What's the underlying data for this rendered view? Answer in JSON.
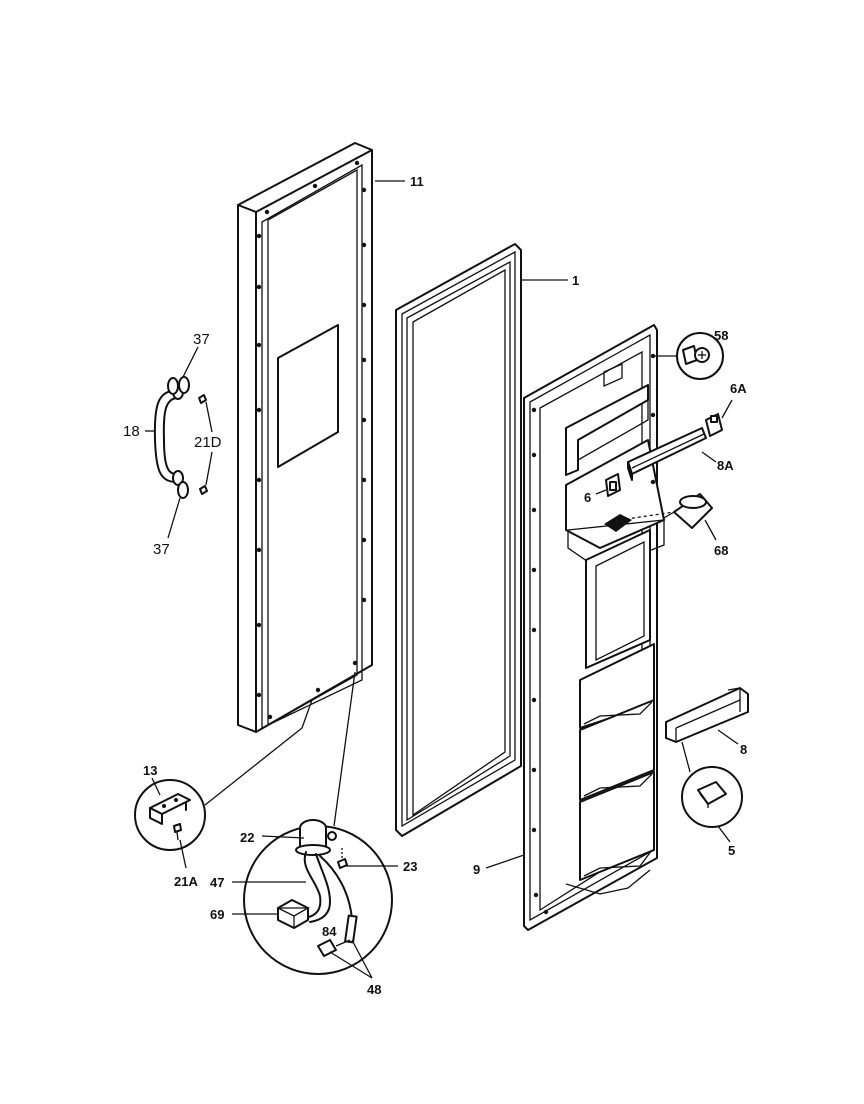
{
  "diagram": {
    "callouts": {
      "c11": "11",
      "c1": "1",
      "c58": "58",
      "c6A": "6A",
      "c8A": "8A",
      "c6": "6",
      "c68": "68",
      "c37a": "37",
      "c18": "18",
      "c21D": "21D",
      "c37b": "37",
      "c13": "13",
      "c21A": "21A",
      "c22": "22",
      "c23": "23",
      "c47": "47",
      "c69": "69",
      "c84": "84",
      "c48": "48",
      "c9": "9",
      "c8": "8",
      "c5": "5"
    }
  }
}
